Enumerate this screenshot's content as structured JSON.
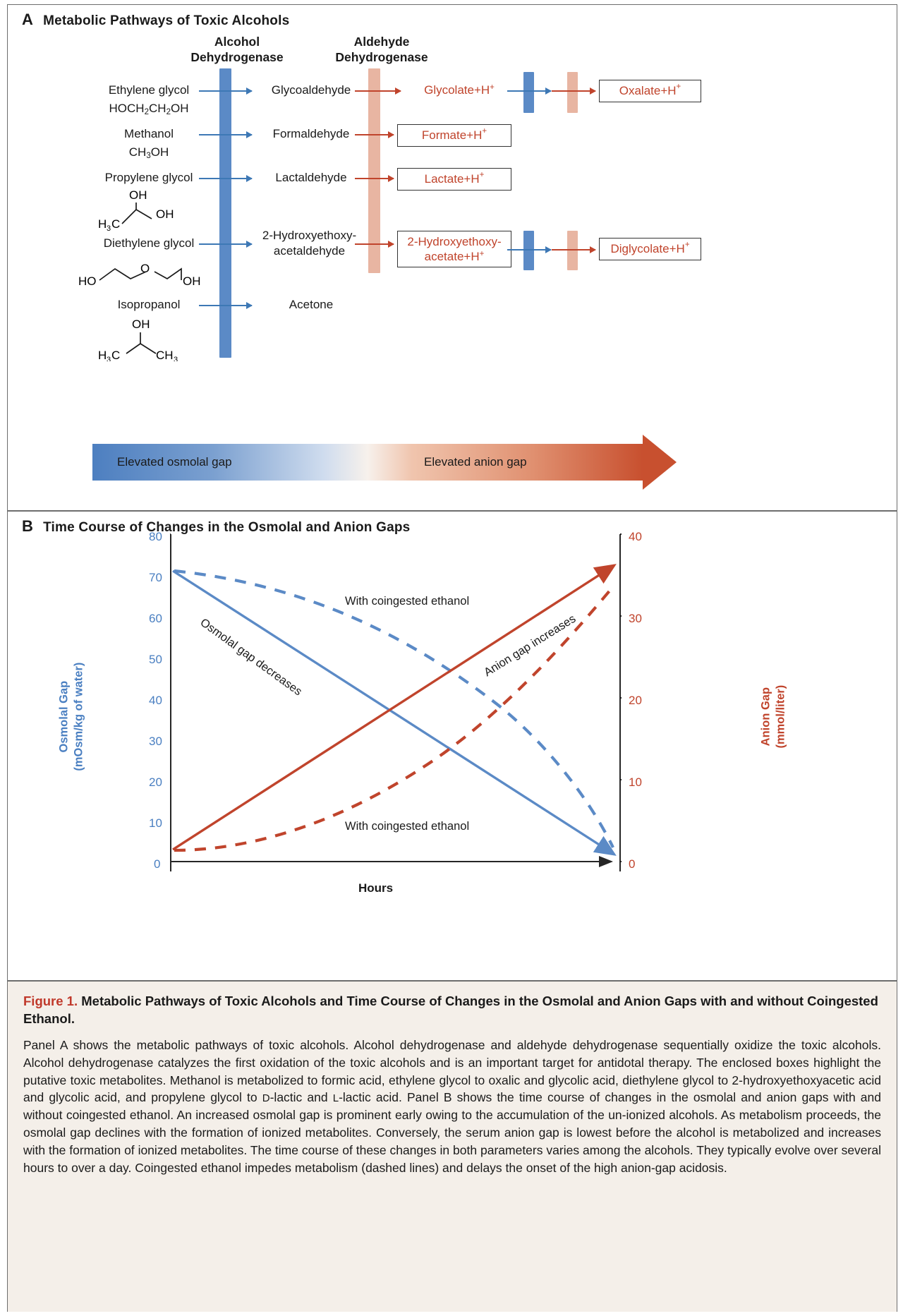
{
  "panelA": {
    "letter": "A",
    "title": "Metabolic Pathways of Toxic Alcohols",
    "enzymes": [
      {
        "name": "Alcohol\nDehydrogenase"
      },
      {
        "name": "Aldehyde\nDehydrogenase"
      }
    ],
    "rows": [
      {
        "alcohol": "Ethylene glycol",
        "formula": "HOCH2CH2OH",
        "aldehyde": "Glycoaldehyde",
        "acid": "Glycolate+H+",
        "acid_boxed": false,
        "final": "Oxalate+H+"
      },
      {
        "alcohol": "Methanol",
        "formula": "CH3OH",
        "aldehyde": "Formaldehyde",
        "acid": "Formate+H+",
        "acid_boxed": true,
        "final": ""
      },
      {
        "alcohol": "Propylene glycol",
        "formula": "",
        "aldehyde": "Lactaldehyde",
        "acid": "Lactate+H+",
        "acid_boxed": true,
        "final": ""
      },
      {
        "alcohol": "Diethylene glycol",
        "formula": "",
        "aldehyde": "2-Hydroxyethoxy-\nacetaldehyde",
        "acid": "2-Hydroxyethoxy-\nacetate+H+",
        "acid_boxed": true,
        "final": "Diglycolate+H+"
      },
      {
        "alcohol": "Isopropanol",
        "formula": "",
        "aldehyde": "Acetone",
        "acid": "",
        "acid_boxed": false,
        "final": ""
      }
    ],
    "structures": {
      "propylene_glycol": {
        "oh_top": "OH",
        "oh_right": "OH",
        "h3c": "H3C"
      },
      "diethylene_glycol": {
        "ho": "HO",
        "o": "O",
        "oh": "OH"
      },
      "isopropanol": {
        "oh": "OH",
        "h3c": "H3C",
        "ch3": "CH3"
      }
    },
    "gap_arrow": {
      "left_label": "Elevated osmolal gap",
      "right_label": "Elevated anion gap",
      "left_color": "#4d7fc0",
      "right_color": "#c8502f"
    }
  },
  "panelB": {
    "letter": "B",
    "title": "Time Course of Changes in the Osmolal and Anion Gaps"
  },
  "chart_data": {
    "type": "line",
    "title": "Time Course of Changes in the Osmolal and Anion Gaps",
    "xlabel": "Hours",
    "x": [
      0,
      1
    ],
    "xlim": [
      0,
      1
    ],
    "grid": false,
    "legend": "inline annotations",
    "axes": [
      {
        "side": "left",
        "label": "Osmolal Gap\n(mOsm/kg of water)",
        "color": "#4a7fc1",
        "ticks": [
          0,
          10,
          20,
          30,
          40,
          50,
          60,
          70,
          80
        ],
        "ylim": [
          0,
          80
        ]
      },
      {
        "side": "right",
        "label": "Anion Gap\n(mmol/liter)",
        "color": "#c0442c",
        "ticks": [
          0,
          10,
          20,
          30,
          40
        ],
        "ylim": [
          0,
          40
        ]
      }
    ],
    "series": [
      {
        "name": "Osmolal gap decreases",
        "axis": "left",
        "style": "solid",
        "color": "#5b8ac6",
        "points": [
          [
            0,
            71
          ],
          [
            1,
            2
          ]
        ],
        "annotation": "Osmolal gap decreases"
      },
      {
        "name": "Osmolal gap with coingested ethanol",
        "axis": "left",
        "style": "dashed",
        "color": "#5b8ac6",
        "points": [
          [
            0,
            71
          ],
          [
            0.45,
            57
          ],
          [
            0.75,
            40
          ],
          [
            1,
            9
          ]
        ],
        "annotation": "With coingested ethanol"
      },
      {
        "name": "Anion gap increases",
        "axis": "right",
        "style": "solid",
        "color": "#c0442c",
        "points": [
          [
            0,
            1.5
          ],
          [
            1,
            36
          ]
        ],
        "annotation": "Anion gap increases"
      },
      {
        "name": "Anion gap with coingested ethanol",
        "axis": "right",
        "style": "dashed",
        "color": "#c0442c",
        "points": [
          [
            0,
            1.5
          ],
          [
            0.35,
            4
          ],
          [
            0.7,
            13
          ],
          [
            1,
            30
          ]
        ],
        "annotation": "With coingested ethanol"
      }
    ],
    "annotations": [
      {
        "text": "Osmolal gap decreases",
        "color": "#1a1a1a",
        "rotation": 36
      },
      {
        "text": "With coingested ethanol",
        "color": "#1a1a1a",
        "rotation": 0
      },
      {
        "text": "Anion gap increases",
        "color": "#1a1a1a",
        "rotation": -28
      },
      {
        "text": "With coingested ethanol",
        "color": "#1a1a1a",
        "rotation": 0
      }
    ]
  },
  "caption": {
    "fignum": "Figure 1.",
    "title": " Metabolic Pathways of Toxic Alcohols and Time Course of Changes in the Osmolal and Anion Gaps with and without Coingested Ethanol.",
    "body_part1": "Panel A shows the metabolic pathways of toxic alcohols. Alcohol dehydrogenase and aldehyde dehydrogenase sequentially oxidize the toxic alcohols. Alcohol dehydrogenase catalyzes the first oxidation of the toxic alcohols and is an important target for antidotal therapy. The enclosed boxes highlight the putative toxic metabolites. Methanol is metabolized to formic acid, ethylene glycol to oxalic and glycolic acid, diethylene glycol to 2-hydroxyethoxyacetic acid and glycolic acid, and propylene glycol to ",
    "body_dlactic": "D",
    "body_part2": "-lactic and ",
    "body_llactic": "L",
    "body_part3": "-lactic acid. Panel B shows the time course of changes in the osmolal and anion gaps with and without coingested ethanol. An increased osmolal gap is prominent early owing to the accumulation of the un-ionized alcohols. As metabolism proceeds, the osmolal gap declines with the formation of ionized metabolites. Conversely, the serum anion gap is lowest before the alcohol is metabolized and increases with the formation of ionized metabolites. The time course of these changes in both parameters varies among the alcohols. They typically evolve over several hours to over a day. Coingested ethanol impedes metabolism (dashed lines) and delays the onset of the high anion-gap acidosis."
  }
}
